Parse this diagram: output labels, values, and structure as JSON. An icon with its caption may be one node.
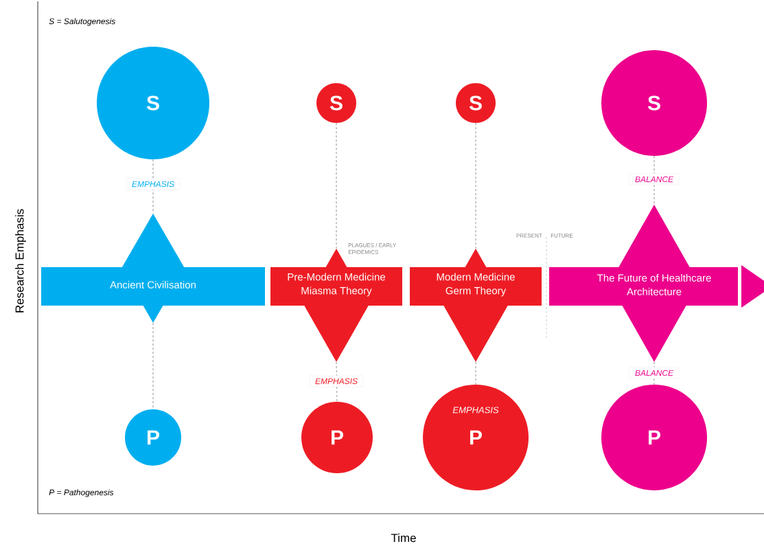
{
  "diagram": {
    "nodes": [
      {
        "text": [
          "S"
        ]
      },
      {
        "text": [
          "Ancient Civilisation"
        ]
      },
      {
        "text": [
          "P"
        ]
      },
      {
        "text": [
          "S"
        ]
      },
      {
        "text": [
          "Pre-Modern Medicine Miasma Theory"
        ]
      },
      {
        "text": [
          "P"
        ]
      },
      {
        "text": [
          "S"
        ]
      },
      {
        "text": [
          "Modern Medicine Germ Theory"
        ]
      },
      {
        "text": [
          "EMPHASIS",
          "P"
        ]
      },
      {
        "text": [
          "S"
        ]
      },
      {
        "text": [
          "The Future of Healthcare Architecture"
        ]
      },
      {
        "text": [
          "P"
        ]
      }
    ],
    "edges": [
      {
        "from": 0,
        "to": 1,
        "arrow": "none",
        "style": "dashed",
        "label": "EMPHASIS"
      },
      {
        "from": 1,
        "to": 2,
        "arrow": "none",
        "style": "dashed"
      },
      {
        "from": 3,
        "to": 4,
        "arrow": "none",
        "style": "dashed"
      },
      {
        "from": 4,
        "to": 5,
        "arrow": "none",
        "style": "dashed",
        "label": "EMPHASIS"
      },
      {
        "from": 6,
        "to": 7,
        "arrow": "none",
        "style": "dashed"
      },
      {
        "from": 7,
        "to": 8,
        "arrow": "none",
        "style": "dashed"
      },
      {
        "from": 9,
        "to": 10,
        "arrow": "none",
        "style": "dashed",
        "label": "BALANCE"
      },
      {
        "from": 10,
        "to": 11,
        "arrow": "none",
        "style": "dashed",
        "label": "BALANCE"
      }
    ],
    "labels": [
      "S = Salutogenesis",
      "PLAGUES / EARLY EPIDEMICS",
      "PRESENT",
      "FUTURE",
      "Research Emphasis",
      "P = Pathogenesis",
      "Time"
    ]
  }
}
